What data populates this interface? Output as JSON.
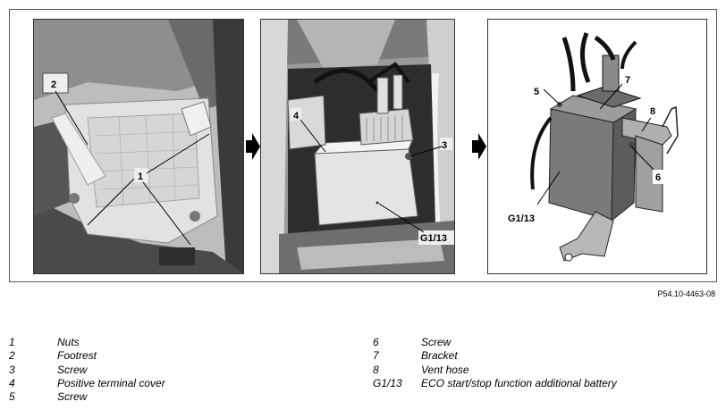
{
  "figure_ref": "P54.10-4463-08",
  "panels": {
    "p1": {
      "labels": [
        "2",
        "1"
      ]
    },
    "p2": {
      "labels": [
        "4",
        "3",
        "G1/13"
      ]
    },
    "p3": {
      "labels": [
        "5",
        "7",
        "8",
        "6",
        "G1/13"
      ]
    }
  },
  "legend": [
    {
      "num": "1",
      "text": "Nuts"
    },
    {
      "num": "2",
      "text": "Footrest"
    },
    {
      "num": "3",
      "text": "Screw"
    },
    {
      "num": "4",
      "text": "Positive terminal cover"
    },
    {
      "num": "5",
      "text": "Screw"
    },
    {
      "num": "6",
      "text": "Screw"
    },
    {
      "num": "7",
      "text": "Bracket"
    },
    {
      "num": "8",
      "text": "Vent hose"
    },
    {
      "num": "G1/13",
      "text": "ECO start/stop function additional battery"
    }
  ]
}
